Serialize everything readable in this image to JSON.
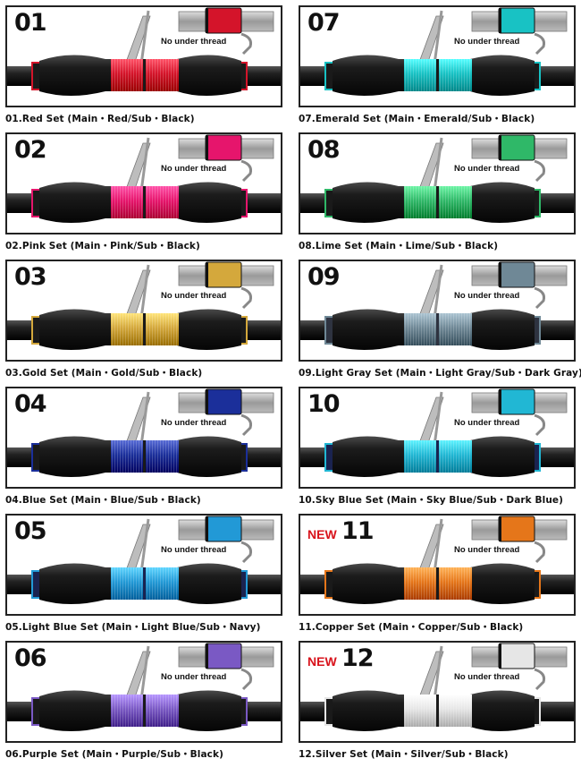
{
  "no_under_thread_label": "No under thread",
  "new_label": "NEW",
  "sets": [
    {
      "number": "01",
      "caption": "01.Red Set (Main・Red/Sub・Black)",
      "main": "#d4142a",
      "sub": "#1a1a1a",
      "is_new": false,
      "guide_icon": "guide-ring-icon"
    },
    {
      "number": "02",
      "caption": "02.Pink Set (Main・Pink/Sub・Black)",
      "main": "#e6156c",
      "sub": "#1a1a1a",
      "is_new": false,
      "guide_icon": "guide-ring-icon"
    },
    {
      "number": "03",
      "caption": "03.Gold Set (Main・Gold/Sub・Black)",
      "main": "#d4a83c",
      "sub": "#1a1a1a",
      "is_new": false,
      "guide_icon": "guide-ring-icon"
    },
    {
      "number": "04",
      "caption": "04.Blue Set (Main・Blue/Sub・Black)",
      "main": "#1b2f9a",
      "sub": "#1a1a1a",
      "is_new": false,
      "guide_icon": "guide-ring-icon"
    },
    {
      "number": "05",
      "caption": "05.Light Blue Set (Main・Light Blue/Sub・Navy)",
      "main": "#2299d6",
      "sub": "#1a2350",
      "is_new": false,
      "guide_icon": "guide-ring-icon"
    },
    {
      "number": "06",
      "caption": "06.Purple Set (Main・Purple/Sub・Black)",
      "main": "#7a59c4",
      "sub": "#1a1a1a",
      "is_new": false,
      "guide_icon": "guide-ring-icon"
    },
    {
      "number": "07",
      "caption": "07.Emerald Set (Main・Emerald/Sub・Black)",
      "main": "#18c2c4",
      "sub": "#1a1a1a",
      "is_new": false,
      "guide_icon": "guide-ring-icon"
    },
    {
      "number": "08",
      "caption": "08.Lime Set (Main・Lime/Sub・Black)",
      "main": "#2fb868",
      "sub": "#1a1a1a",
      "is_new": false,
      "guide_icon": "guide-ring-icon"
    },
    {
      "number": "09",
      "caption": "09.Light Gray Set (Main・Light Gray/Sub・Dark Gray)",
      "main": "#6f8896",
      "sub": "#2e3340",
      "is_new": false,
      "guide_icon": "guide-ring-icon"
    },
    {
      "number": "10",
      "caption": "10.Sky Blue Set (Main・Sky Blue/Sub・Dark Blue)",
      "main": "#21b7d4",
      "sub": "#1a2350",
      "is_new": false,
      "guide_icon": "guide-ring-icon"
    },
    {
      "number": "11",
      "caption": "11.Copper Set (Main・Copper/Sub・Black)",
      "main": "#e5761a",
      "sub": "#1a1a1a",
      "is_new": true,
      "guide_icon": "guide-ring-icon"
    },
    {
      "number": "12",
      "caption": "12.Silver Set (Main・Silver/Sub・Black)",
      "main": "#e6e6e6",
      "sub": "#1a1a1a",
      "is_new": true,
      "guide_icon": "guide-ring-icon"
    }
  ]
}
